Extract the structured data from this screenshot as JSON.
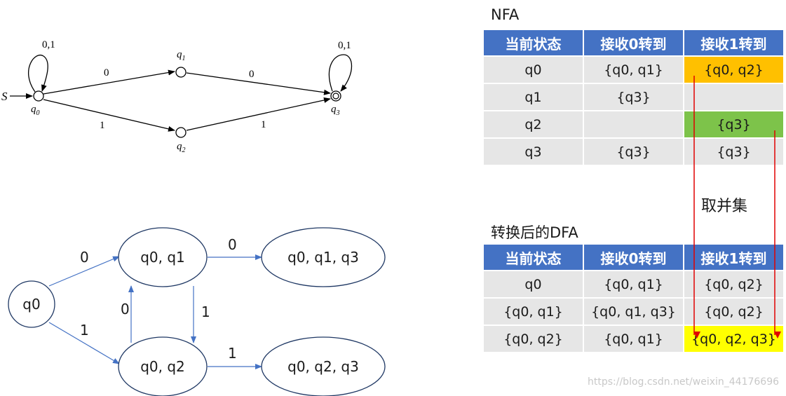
{
  "nfa_diagram": {
    "start_label": "S",
    "states": [
      {
        "id": "q0",
        "sub": "0",
        "accepting": false
      },
      {
        "id": "q1",
        "sub": "1",
        "accepting": false
      },
      {
        "id": "q2",
        "sub": "2",
        "accepting": false
      },
      {
        "id": "q3",
        "sub": "3",
        "accepting": true
      }
    ],
    "state_letter": "q",
    "transitions": [
      {
        "from": "q0",
        "to": "q0",
        "label": "0,1"
      },
      {
        "from": "q0",
        "to": "q1",
        "label": "0"
      },
      {
        "from": "q1",
        "to": "q3",
        "label": "0"
      },
      {
        "from": "q0",
        "to": "q2",
        "label": "1"
      },
      {
        "from": "q2",
        "to": "q3",
        "label": "1"
      },
      {
        "from": "q3",
        "to": "q3",
        "label": "0,1"
      }
    ]
  },
  "dfa_diagram": {
    "states": [
      {
        "id": "A",
        "label": "q0"
      },
      {
        "id": "B",
        "label": "q0, q1"
      },
      {
        "id": "C",
        "label": "q0, q1, q3"
      },
      {
        "id": "D",
        "label": "q0, q2"
      },
      {
        "id": "E",
        "label": "q0, q2, q3"
      }
    ],
    "transitions": [
      {
        "from": "A",
        "to": "B",
        "label": "0"
      },
      {
        "from": "A",
        "to": "D",
        "label": "1"
      },
      {
        "from": "B",
        "to": "C",
        "label": "0"
      },
      {
        "from": "B",
        "to": "D",
        "label": "1"
      },
      {
        "from": "D",
        "to": "B",
        "label": "0"
      },
      {
        "from": "D",
        "to": "E",
        "label": "1"
      }
    ]
  },
  "nfa_table": {
    "title": "NFA",
    "headers": [
      "当前状态",
      "接收0转到",
      "接收1转到"
    ],
    "rows": [
      [
        "q0",
        "{q0, q1}",
        "{q0, q2}"
      ],
      [
        "q1",
        "{q3}",
        ""
      ],
      [
        "q2",
        "",
        "{q3}"
      ],
      [
        "q3",
        "{q3}",
        "{q3}"
      ]
    ],
    "highlights": {
      "orange": "#ffc000",
      "green": "#7dc34a"
    }
  },
  "union_label": "取并集",
  "dfa_table": {
    "title": "转换后的DFA",
    "headers": [
      "当前状态",
      "接收0转到",
      "接收1转到"
    ],
    "rows": [
      [
        "q0",
        "{q0, q1}",
        "{q0, q2}"
      ],
      [
        "{q0, q1}",
        "{q0, q1, q3}",
        "{q0, q2}"
      ],
      [
        "{q0, q2}",
        "{q0, q1}",
        "{q0, q2, q3}"
      ]
    ],
    "highlights": {
      "yellow": "#ffff00"
    }
  },
  "watermark": "https://blog.csdn.net/weixin_44176696",
  "colors": {
    "header": "#4472c4",
    "cell": "#e6e6e6",
    "arrow": "#e00000",
    "dfa_edge": "#4472c4"
  }
}
